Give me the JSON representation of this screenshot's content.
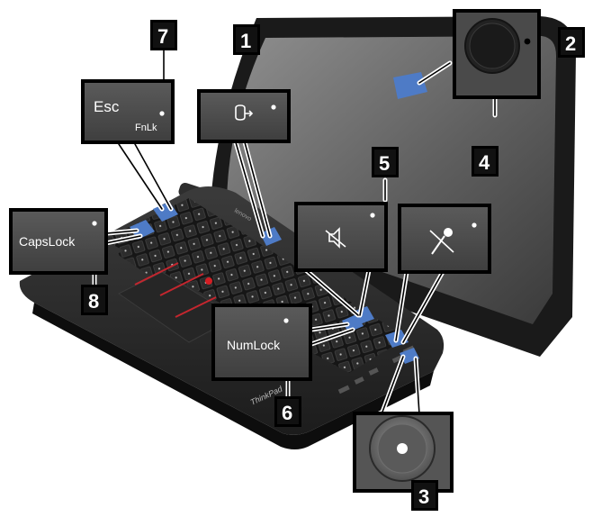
{
  "callouts": {
    "c1": "1",
    "c2": "2",
    "c3": "3",
    "c4": "4",
    "c5": "5",
    "c6": "6",
    "c7": "7",
    "c8": "8"
  },
  "keys": {
    "esc_label": "Esc",
    "fnlk_label": "FnLk",
    "capslock_label": "CapsLock",
    "numlock_label": "NumLock"
  },
  "laptop": {
    "brand_text": "lenovo",
    "logo_text": "ThinkPad"
  },
  "colors": {
    "callout_bg": "#111111",
    "key_bg": "#4a4a4a",
    "indicator": "#ffffff",
    "highlight": "#4e7bc6"
  },
  "icons": {
    "key1": "camera-privacy-icon",
    "key4": "microphone-mute-icon",
    "key5": "speaker-mute-icon",
    "indicator2": "camera-status-indicator",
    "indicator3": "power-button-indicator"
  }
}
